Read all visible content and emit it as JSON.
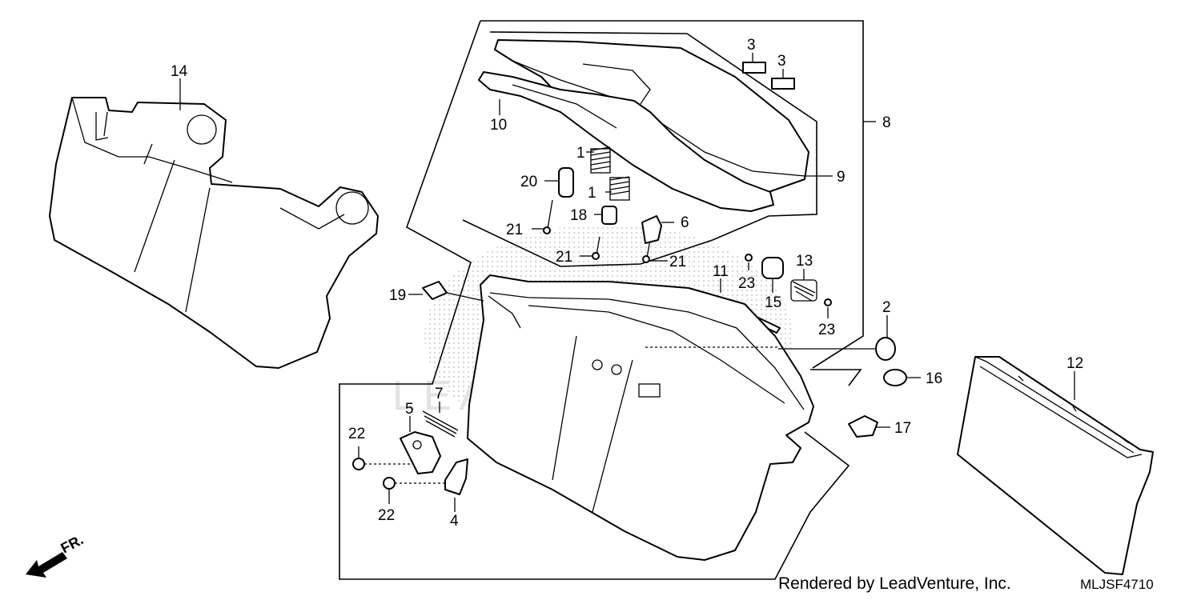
{
  "diagram": {
    "callouts": [
      {
        "id": "c3a",
        "text": "3"
      },
      {
        "id": "c3b",
        "text": "3"
      },
      {
        "id": "c8",
        "text": "8"
      },
      {
        "id": "c9",
        "text": "9"
      },
      {
        "id": "c10",
        "text": "10"
      },
      {
        "id": "c14",
        "text": "14"
      },
      {
        "id": "c1a",
        "text": "1"
      },
      {
        "id": "c1b",
        "text": "1"
      },
      {
        "id": "c20",
        "text": "20"
      },
      {
        "id": "c18",
        "text": "18"
      },
      {
        "id": "c6",
        "text": "6"
      },
      {
        "id": "c21a",
        "text": "21"
      },
      {
        "id": "c21b",
        "text": "21"
      },
      {
        "id": "c21c",
        "text": "21"
      },
      {
        "id": "c11",
        "text": "11"
      },
      {
        "id": "c13",
        "text": "13"
      },
      {
        "id": "c23a",
        "text": "23"
      },
      {
        "id": "c15",
        "text": "15"
      },
      {
        "id": "c23b",
        "text": "23"
      },
      {
        "id": "c19",
        "text": "19"
      },
      {
        "id": "c2",
        "text": "2"
      },
      {
        "id": "c16",
        "text": "16"
      },
      {
        "id": "c12",
        "text": "12"
      },
      {
        "id": "c7",
        "text": "7"
      },
      {
        "id": "c5",
        "text": "5"
      },
      {
        "id": "c22a",
        "text": "22"
      },
      {
        "id": "c17",
        "text": "17"
      },
      {
        "id": "c22b",
        "text": "22"
      },
      {
        "id": "c4",
        "text": "4"
      }
    ],
    "direction_label": "FR.",
    "credit": "Rendered by LeadVenture, Inc.",
    "diagram_code": "MLJSF4710",
    "watermark_text": "LEADVENTURE"
  }
}
